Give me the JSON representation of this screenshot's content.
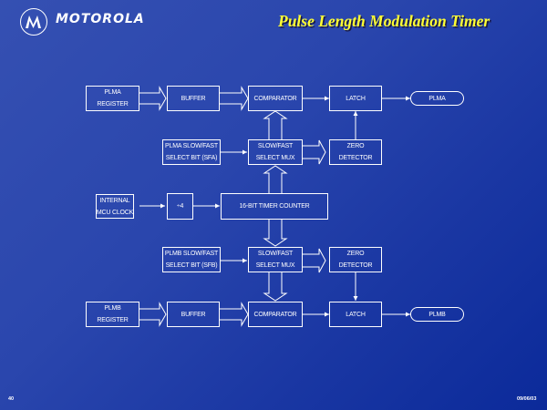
{
  "header": {
    "brand": "MOTOROLA",
    "logo_icon": "motorola-batwing-logo-icon",
    "title": "Pulse Length Modulation Timer"
  },
  "diagram": {
    "plma_register": [
      "PLMA",
      "REGISTER"
    ],
    "buffer_a": "BUFFER",
    "comparator_a": "COMPARATOR",
    "latch_a": "LATCH",
    "output_a": "PLMA",
    "sfa_select": [
      "PLMA SLOW/FAST",
      "SELECT BIT (SFA)"
    ],
    "mux_a": [
      "SLOW/FAST",
      "SELECT MUX"
    ],
    "zero_detector_a": [
      "ZERO",
      "DETECTOR"
    ],
    "internal_clock": [
      "INTERNAL",
      "MCU CLOCK"
    ],
    "divider": "÷4",
    "timer_counter": "16-BIT TIMER COUNTER",
    "sfb_select": [
      "PLMB SLOW/FAST",
      "SELECT BIT (SFB)"
    ],
    "mux_b": [
      "SLOW/FAST",
      "SELECT MUX"
    ],
    "zero_detector_b": [
      "ZERO",
      "DETECTOR"
    ],
    "plmb_register": [
      "PLMB",
      "REGISTER"
    ],
    "buffer_b": "BUFFER",
    "comparator_b": "COMPARATOR",
    "latch_b": "LATCH",
    "output_b": "PLMB"
  },
  "footer": {
    "page_number": "40",
    "date": "09/06/03"
  },
  "colors": {
    "title": "#ffff33",
    "line": "#ffffff",
    "bg_top": "#3550b2",
    "bg_bottom": "#0b2a9a"
  }
}
